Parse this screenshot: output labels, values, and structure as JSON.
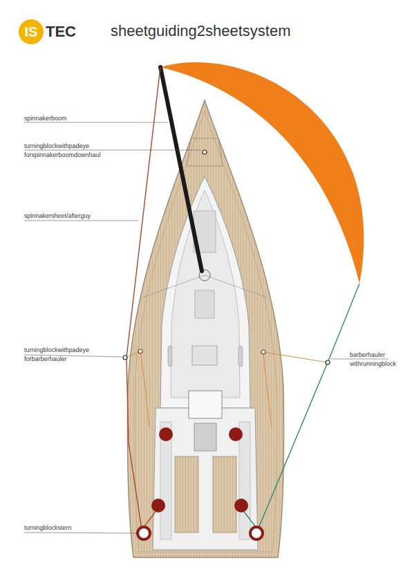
{
  "diagram": {
    "title": "sheetguiding2sheetsystem",
    "labels": [
      "IS",
      "TEC",
      "spinnakerboom",
      "turningblockwithpadeye forspinnakerboomdownhaul",
      "spinnakersheet/afterguy",
      "turningblockwithpadeye forbarberhauler",
      "barberhauler withrunningblock",
      "turningblockstern"
    ]
  }
}
